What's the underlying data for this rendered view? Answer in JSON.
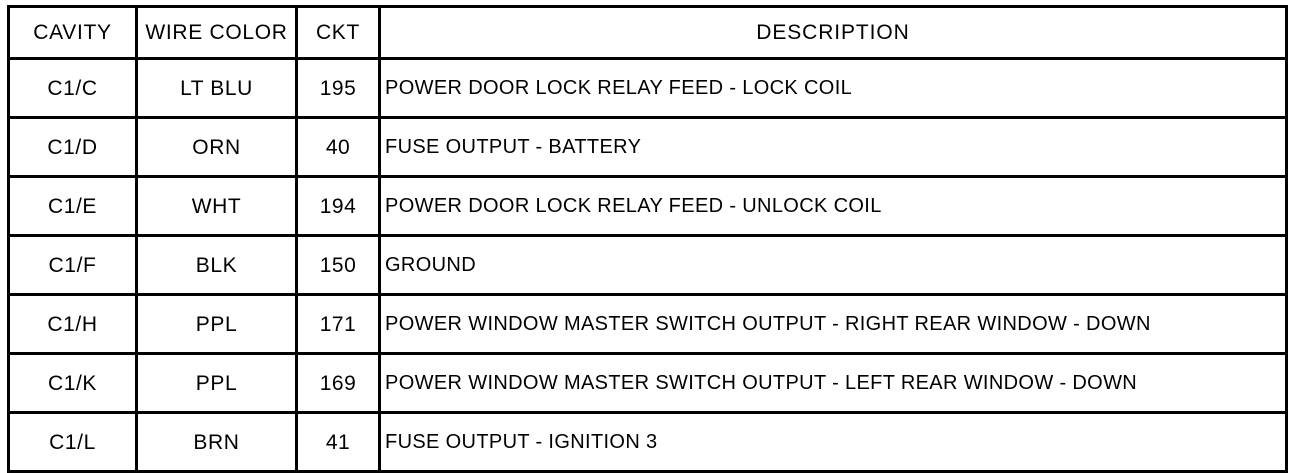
{
  "table": {
    "name": "connector-pinout-table",
    "columns": [
      {
        "key": "cavity",
        "label": "CAVITY",
        "align": "center"
      },
      {
        "key": "wire_color",
        "label": "WIRE COLOR",
        "align": "center"
      },
      {
        "key": "ckt",
        "label": "CKT",
        "align": "center"
      },
      {
        "key": "description",
        "label": "DESCRIPTION",
        "align": "center"
      }
    ],
    "rows": [
      {
        "cavity": "C1/C",
        "wire_color": "LT BLU",
        "ckt": "195",
        "description": "POWER DOOR LOCK RELAY FEED - LOCK COIL"
      },
      {
        "cavity": "C1/D",
        "wire_color": "ORN",
        "ckt": "40",
        "description": "FUSE OUTPUT - BATTERY"
      },
      {
        "cavity": "C1/E",
        "wire_color": "WHT",
        "ckt": "194",
        "description": "POWER DOOR LOCK RELAY FEED - UNLOCK COIL"
      },
      {
        "cavity": "C1/F",
        "wire_color": "BLK",
        "ckt": "150",
        "description": "GROUND"
      },
      {
        "cavity": "C1/H",
        "wire_color": "PPL",
        "ckt": "171",
        "description": "POWER WINDOW MASTER SWITCH OUTPUT - RIGHT REAR WINDOW - DOWN"
      },
      {
        "cavity": "C1/K",
        "wire_color": "PPL",
        "ckt": "169",
        "description": "POWER WINDOW MASTER SWITCH OUTPUT - LEFT REAR WINDOW - DOWN"
      },
      {
        "cavity": "C1/L",
        "wire_color": "BRN",
        "ckt": "41",
        "description": "FUSE OUTPUT - IGNITION 3"
      }
    ]
  },
  "colors": {
    "ink": "#000000",
    "paper": "#ffffff"
  }
}
